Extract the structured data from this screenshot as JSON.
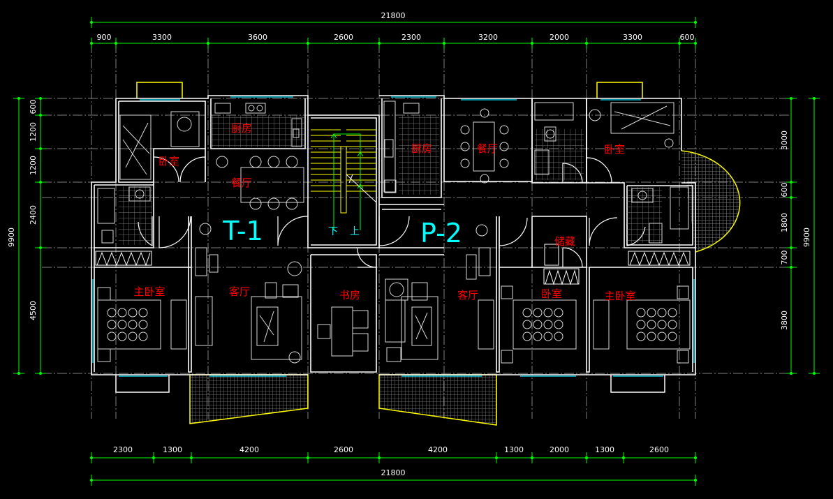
{
  "colors": {
    "background": "#000000",
    "wall": "#ffffff",
    "window": "#00e5ff",
    "balcony": "#ffff00",
    "furniture": "#d9d9d9",
    "dim_line": "#00ff00",
    "dim_text": "#ffffff",
    "axis_line": "#7f7f7f",
    "room_label": "#ff0000",
    "unit_label": "#00ffff"
  },
  "dimensions": {
    "top_total": "21800",
    "top_segments": [
      "900",
      "3300",
      "3600",
      "2600",
      "2300",
      "3200",
      "2000",
      "3300",
      "600"
    ],
    "bottom_segments": [
      "2300",
      "1300",
      "4200",
      "2600",
      "4200",
      "1300",
      "2000",
      "1300",
      "2600"
    ],
    "bottom_total": "21800",
    "left_total": "9900",
    "left_segments": [
      "600",
      "1200",
      "1200",
      "2400",
      "4500"
    ],
    "right_total": "9900",
    "right_segments": [
      "3000",
      "600",
      "1800",
      "700",
      "3800"
    ]
  },
  "units": {
    "left": "T-1",
    "right": "P-2"
  },
  "stair": {
    "down": "下",
    "up": "上"
  },
  "rooms": {
    "t1_kitchen": "厨房",
    "t1_bedroom": "卧室",
    "t1_dining": "餐厅",
    "t1_master": "主卧室",
    "t1_living": "客厅",
    "study": "书房",
    "p2_kitchen": "厨房",
    "p2_dining": "餐厅",
    "p2_bedroom_top": "卧室",
    "p2_storage": "储藏",
    "p2_living": "客厅",
    "p2_bedroom": "卧室",
    "p2_master": "主卧室"
  }
}
